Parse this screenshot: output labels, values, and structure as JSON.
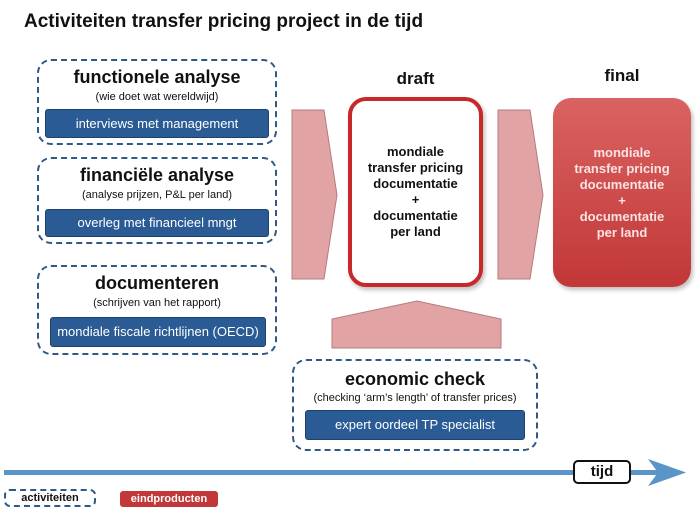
{
  "title": "Activiteiten transfer pricing project in de tijd",
  "activities": [
    {
      "name": "functionele analyse",
      "subtitle": "(wie doet wat wereldwijd)",
      "action": "interviews met management"
    },
    {
      "name": "financiële analyse",
      "subtitle": "(analyse prijzen, P&L per land)",
      "action": "overleg met financieel mngt"
    },
    {
      "name": "documenteren",
      "subtitle": "(schrijven van het rapport)",
      "action": "mondiale fiscale richtlijnen (OECD)"
    },
    {
      "name": "economic check",
      "subtitle": "(checking ‘arm’s length’ of transfer prices)",
      "action": "expert oordeel TP specialist"
    }
  ],
  "draft": {
    "heading": "draft",
    "line1": "mondiale",
    "line2": "transfer pricing",
    "line3": "documentatie",
    "line4": "+",
    "line5": "documentatie",
    "line6": "per land"
  },
  "final": {
    "heading": "final",
    "line1": "mondiale",
    "line2": "transfer pricing",
    "line3": "documentatie",
    "line4": "+",
    "line5": "documentatie",
    "line6": "per land"
  },
  "timeline": {
    "label": "tijd"
  },
  "legend": {
    "activities": "activiteiten",
    "products": "eindproducten"
  },
  "colors": {
    "activity_border": "#2f5a86",
    "action_fill": "#2a5b95",
    "arrow_fill": "#e2a3a5",
    "draft_border": "#c8282a",
    "final_fill": "#c23737",
    "timeline": "#5b94c8"
  }
}
